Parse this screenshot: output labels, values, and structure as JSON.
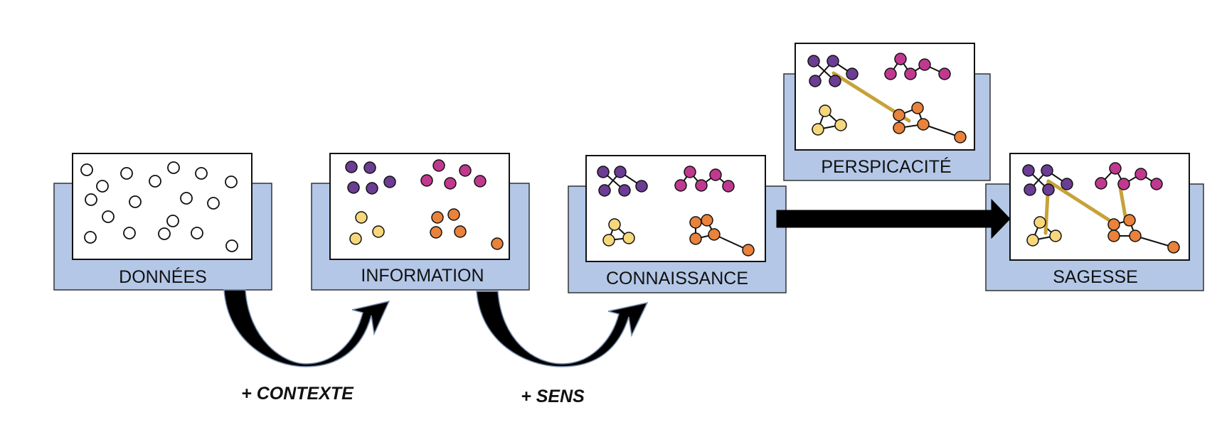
{
  "stages": [
    {
      "id": "donnees",
      "label": "DONNÉES"
    },
    {
      "id": "information",
      "label": "INFORMATION"
    },
    {
      "id": "connaissance",
      "label": "CONNAISSANCE"
    },
    {
      "id": "perspicacite",
      "label": "PERSPICACITÉ"
    },
    {
      "id": "sagesse",
      "label": "SAGESSE"
    }
  ],
  "transitions": [
    {
      "from": "donnees",
      "to": "information",
      "label": "+ CONTEXTE"
    },
    {
      "from": "information",
      "to": "connaissance",
      "label": "+ SENS"
    },
    {
      "from": "connaissance",
      "to": "sagesse",
      "label": ""
    }
  ],
  "colors": {
    "panel": "#b4c7e7",
    "purple": "#6b3d93",
    "magenta": "#c0398f",
    "yellow": "#f6d77b",
    "orange": "#e9823a",
    "gold": "#c7a23a",
    "arrow": "#000000"
  }
}
